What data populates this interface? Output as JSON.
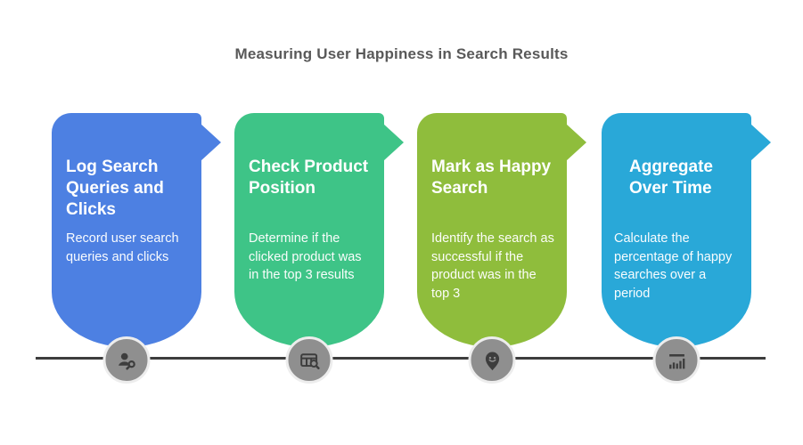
{
  "title": "Measuring User Happiness in Search Results",
  "colors": {
    "background": "#ffffff",
    "title_text": "#595959",
    "timeline": "#3d3d3d",
    "icon_circle": "#8f8f8f",
    "icon_glyph": "#3d3d3d",
    "card_text": "#ffffff"
  },
  "steps": [
    {
      "title": "Log Search Queries and Clicks",
      "description": "Record user search queries and clicks",
      "color": "#4d80e2",
      "icon": "person-click-icon"
    },
    {
      "title": "Check Product Position",
      "description": "Determine if the clicked product was in the top 3 results",
      "color": "#3ec487",
      "icon": "table-search-icon"
    },
    {
      "title": "Mark as Happy Search",
      "description": "Identify the search as successful if the product was in the top 3",
      "color": "#8fbd3c",
      "icon": "happy-face-pin-icon"
    },
    {
      "title": "Aggregate Over Time",
      "description": "Calculate the percentage of happy searches over a period",
      "color": "#29a8d8",
      "icon": "bar-chart-icon"
    }
  ]
}
